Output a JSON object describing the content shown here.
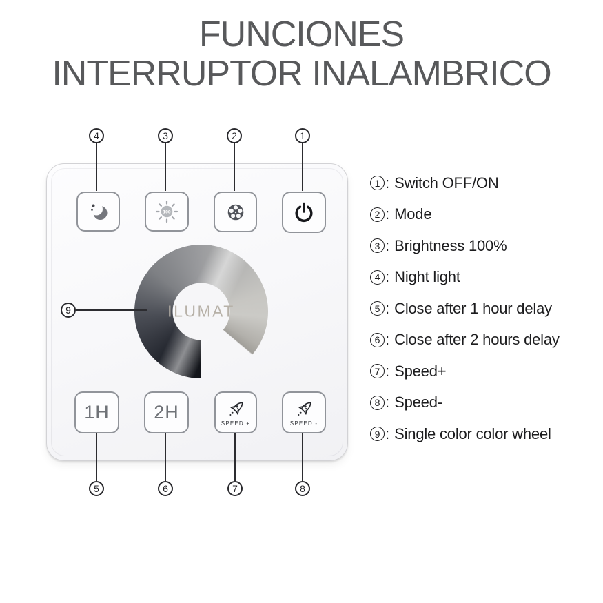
{
  "title": {
    "line1": "FUNCIONES",
    "line2": "INTERRUPTOR INALAMBRICO"
  },
  "panel": {
    "brand": "ILUMAT",
    "buttons": {
      "night": {
        "callout": "4"
      },
      "brightness": {
        "callout": "3",
        "value": "100"
      },
      "mode": {
        "callout": "2"
      },
      "power": {
        "callout": "1"
      },
      "one_hour": {
        "callout": "5",
        "label": "1H"
      },
      "two_hours": {
        "callout": "6",
        "label": "2H"
      },
      "speed_plus": {
        "callout": "7",
        "label": "SPEED +"
      },
      "speed_minus": {
        "callout": "8",
        "label": "SPEED -"
      }
    },
    "wheel": {
      "callout": "9"
    }
  },
  "legend": {
    "separator": ":",
    "items": [
      {
        "num": "1",
        "label": "Switch OFF/ON"
      },
      {
        "num": "2",
        "label": "Mode"
      },
      {
        "num": "3",
        "label": "Brightness 100%"
      },
      {
        "num": "4",
        "label": "Night light"
      },
      {
        "num": "5",
        "label": "Close after 1 hour delay"
      },
      {
        "num": "6",
        "label": "Close after 2 hours delay"
      },
      {
        "num": "7",
        "label": "Speed+"
      },
      {
        "num": "8",
        "label": "Speed-"
      },
      {
        "num": "9",
        "label": "Single color color wheel"
      }
    ]
  },
  "colors": {
    "title_text": "#58595b",
    "legend_text": "#1c1c1e",
    "callout_ink": "#29292d",
    "panel_border": "#d2d2d5",
    "key_border": "#91949a",
    "wheel_dark": "#121419",
    "wheel_light": "#cbcac6",
    "brand_text": "#b7b1a8"
  }
}
